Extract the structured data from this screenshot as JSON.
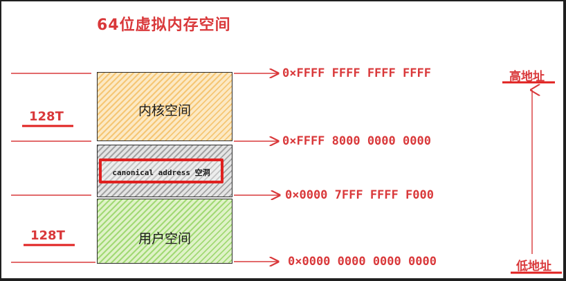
{
  "diagram": {
    "title": "64位虚拟内存空间",
    "regions": {
      "kernel": "内核空间",
      "hole": "canonical address 空洞",
      "user": "用户空间"
    },
    "addresses": {
      "top": "0×FFFF FFFF FFFF FFFF",
      "kernel_start": "0×FFFF 8000 0000 0000",
      "user_end": "0×0000 7FFF FFFF F000",
      "bottom": "0×0000 0000 0000 0000"
    },
    "sizes": {
      "kernel": "128T",
      "user": "128T"
    },
    "direction": {
      "high": "高地址",
      "low": "低地址"
    },
    "colors": {
      "accent": "#d9383a",
      "kernel_fill": "#f0aa32",
      "hole_fill": "#6e6e6e",
      "user_fill": "#78c83c"
    }
  }
}
